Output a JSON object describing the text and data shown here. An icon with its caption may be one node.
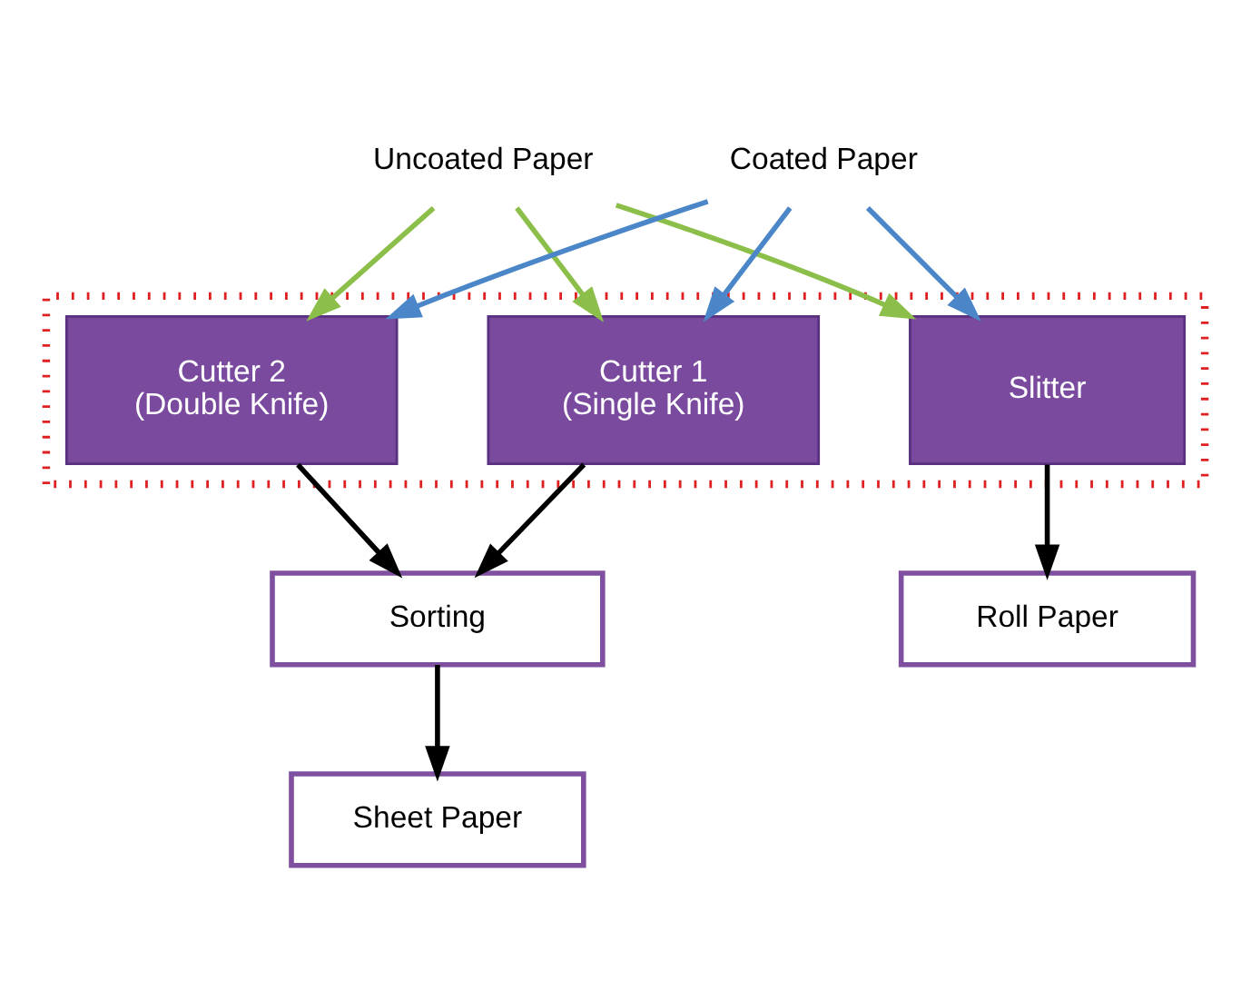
{
  "diagram": {
    "nodes": [
      {
        "text": [
          "Uncoated Paper"
        ]
      },
      {
        "text": [
          "Coated Paper"
        ]
      },
      {
        "text": [],
        "shape": "box"
      },
      {
        "text": [
          "Cutter 1",
          "(Single Knife)"
        ],
        "in": 2
      },
      {
        "text": [
          "Cutter 2",
          "(Double Knife)"
        ],
        "in": 2
      },
      {
        "text": [
          "Slitter"
        ],
        "in": 2
      },
      {
        "text": [
          "Sorting"
        ]
      },
      {
        "text": [
          "Roll Paper"
        ]
      },
      {
        "text": [
          "Sheet Paper"
        ]
      }
    ],
    "edges": [
      {
        "from": 0,
        "to": 3,
        "arrow": "to",
        "color": "#8cbf4a"
      },
      {
        "from": 0,
        "to": 4,
        "arrow": "to",
        "color": "#8cbf4a"
      },
      {
        "from": 0,
        "to": 5,
        "arrow": "to",
        "color": "#8cbf4a"
      },
      {
        "from": 1,
        "to": 3,
        "arrow": "to",
        "color": "#4a86c8"
      },
      {
        "from": 1,
        "to": 4,
        "arrow": "to",
        "color": "#4a86c8"
      },
      {
        "from": 1,
        "to": 5,
        "arrow": "to",
        "color": "#4a86c8"
      },
      {
        "from": 3,
        "to": 6,
        "arrow": "to"
      },
      {
        "from": 4,
        "to": 6,
        "arrow": "to"
      },
      {
        "from": 5,
        "to": 7,
        "arrow": "to"
      },
      {
        "from": 6,
        "to": 8,
        "arrow": "to"
      }
    ]
  }
}
